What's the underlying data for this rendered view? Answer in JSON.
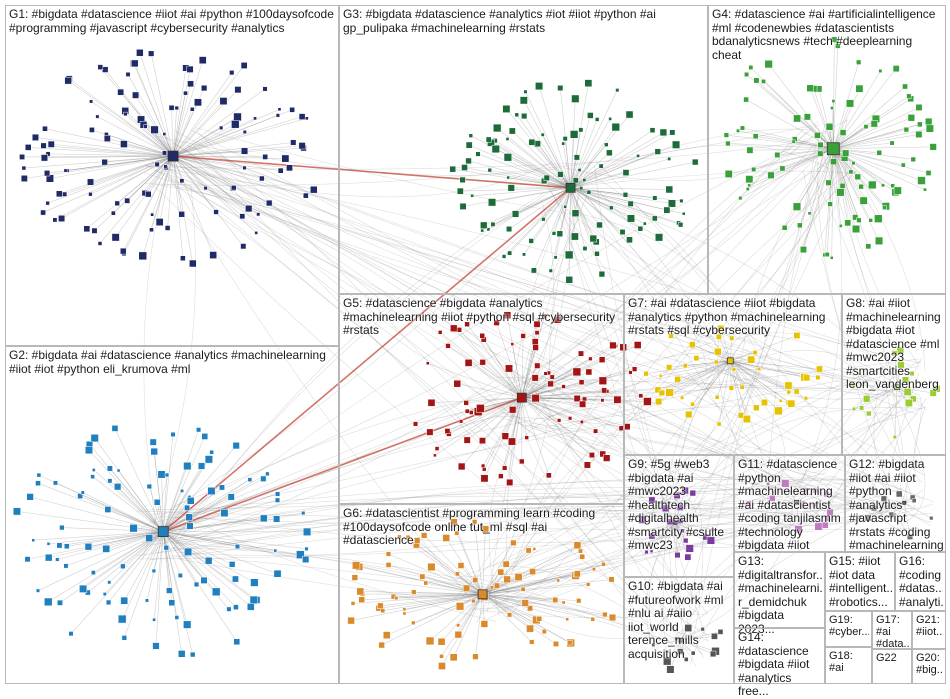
{
  "groups": [
    {
      "id": "G1",
      "label": "G1: #bigdata #datascience #iiot #ai #python #100daysofcode #programming #javascript #cybersecurity #analytics",
      "color": "#1f2a66"
    },
    {
      "id": "G2",
      "label": "G2: #bigdata #ai #datascience #analytics #machinelearning #iiot #iot #python eli_krumova #ml",
      "color": "#1f7fbf"
    },
    {
      "id": "G3",
      "label": "G3: #bigdata #datascience #analytics #iot #iiot #python #ai gp_pulipaka #machinelearning #rstats",
      "color": "#1e6b3a"
    },
    {
      "id": "G4",
      "label": "G4: #datascience #ai #artificialintelligence #ml #codenewbies #datascientists bdanalyticsnews #tech #deeplearning cheat",
      "color": "#3aa13a"
    },
    {
      "id": "G5",
      "label": "G5: #datascience #bigdata #analytics #machinelearning #iiot #python #sql #cybersecurity #rstats",
      "color": "#a31515"
    },
    {
      "id": "G6",
      "label": "G6: #datascientist #programming learn #coding #100daysofcode online tut_ml #sql #ai #datascience",
      "color": "#d98a2b"
    },
    {
      "id": "G7",
      "label": "G7: #ai #datascience #iiot #bigdata #analytics #python #machinelearning #rstats #sql #cybersecurity",
      "color": "#e6c200"
    },
    {
      "id": "G8",
      "label": "G8: #ai #iiot #machinelearning #bigdata #iot #datascience #ml #mwc2023 #smartcities leon_vandenberg",
      "color": "#9acd32"
    },
    {
      "id": "G9",
      "label": "G9: #5g #web3 #bigdata #ai #mwc2023 #healthtech #digitalhealth #smartcity #csuite #mwc23",
      "color": "#7a3b9c"
    },
    {
      "id": "G10",
      "label": "G10: #bigdata #ai #futureofwork #ml #nlu ai #aiio iiot_world terence_mills acquisition",
      "color": "#555555"
    },
    {
      "id": "G11",
      "label": "G11: #datascience #python #machinelearning #ai #datascientist #coding tanjilasmm #technology #bigdata #iiot",
      "color": "#c07ac0"
    },
    {
      "id": "G12",
      "label": "G12: #bigdata #iiot #ai #iiot #python #analytics #javascript #rstats #coding #machinelearning",
      "color": "#666666"
    },
    {
      "id": "G13",
      "label": "G13: #digitaltransfor... #machinelearni... r_demidchuk #bigdata 2023...",
      "color": "#888888"
    },
    {
      "id": "G14",
      "label": "G14: #datascience #bigdata #iiot #analytics free...",
      "color": "#888888"
    },
    {
      "id": "G15",
      "label": "G15: #iiot #iot data #intelligent... #robotics...",
      "color": "#888888"
    },
    {
      "id": "G16",
      "label": "G16: #coding #datas... #analyti...",
      "color": "#888888"
    },
    {
      "id": "G17",
      "label": "G17: #ai #data...",
      "color": "#888888"
    },
    {
      "id": "G18",
      "label": "G18: #ai",
      "color": "#888888"
    },
    {
      "id": "G19",
      "label": "G19: #cyber...",
      "color": "#888888"
    },
    {
      "id": "G20",
      "label": "G20: #big...",
      "color": "#888888"
    },
    {
      "id": "G21",
      "label": "G21: #iiot...",
      "color": "#888888"
    },
    {
      "id": "G22",
      "label": "G22",
      "color": "#888888"
    }
  ],
  "colors": {
    "edge": "#7a7a7a",
    "edge_highlight": "#c0392b",
    "border": "#b8b8b8"
  }
}
